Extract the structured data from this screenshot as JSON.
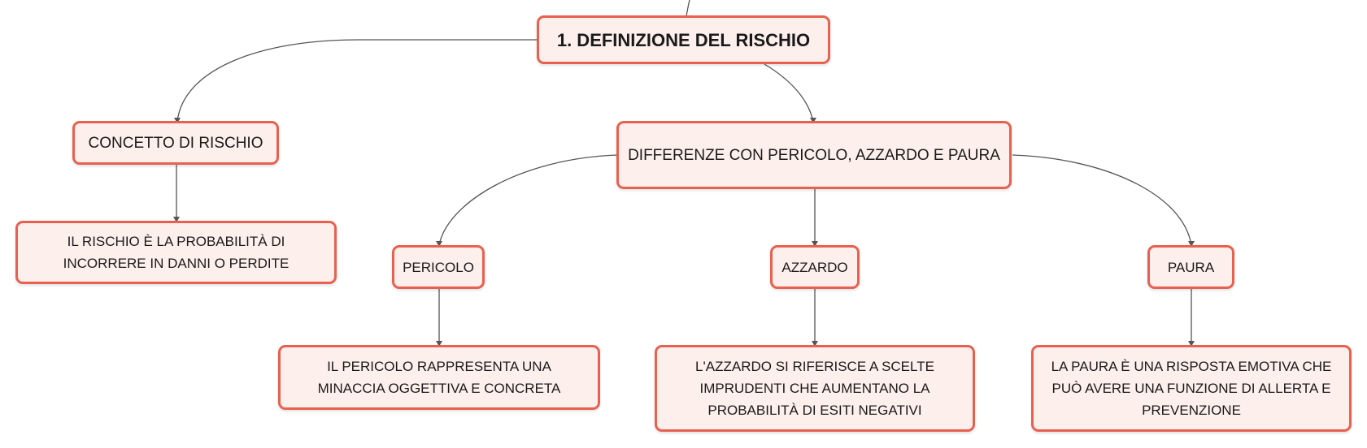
{
  "map": {
    "root": "1. DEFINIZIONE DEL RISCHIO",
    "concetto": {
      "title": "CONCETTO DI RISCHIO",
      "detail": "IL RISCHIO È LA PROBABILITÀ DI INCORRERE IN DANNI O PERDITE"
    },
    "differenze": {
      "title": "DIFFERENZE CON PERICOLO, AZZARDO E PAURA",
      "pericolo": {
        "title": "PERICOLO",
        "detail": "IL PERICOLO RAPPRESENTA UNA MINACCIA OGGETTIVA E CONCRETA"
      },
      "azzardo": {
        "title": "AZZARDO",
        "detail": "L'AZZARDO SI RIFERISCE A SCELTE IMPRUDENTI CHE AUMENTANO LA PROBABILITÀ DI ESITI NEGATIVI"
      },
      "paura": {
        "title": "PAURA",
        "detail": "LA PAURA È UNA RISPOSTA EMOTIVA CHE PUÒ AVERE UNA FUNZIONE DI ALLERTA E PREVENZIONE"
      }
    }
  },
  "colors": {
    "node_border": "#e8604f",
    "node_fill": "#fdf0ec",
    "connector": "#555555"
  }
}
